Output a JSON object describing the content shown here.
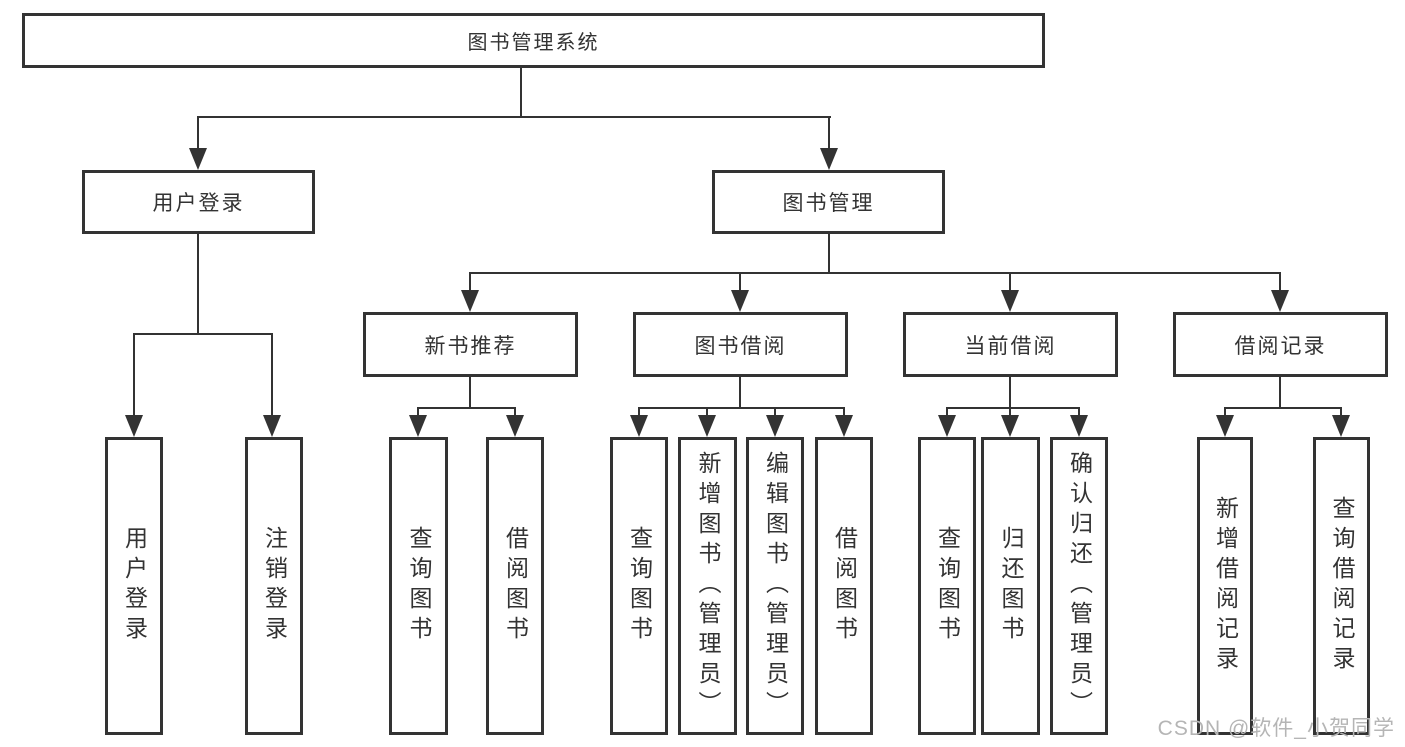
{
  "diagram_type": "hierarchy-tree",
  "colors": {
    "line": "#333333",
    "background": "#ffffff",
    "watermark": "#b5b5b5"
  },
  "watermark": "CSDN @软件_小贺同学",
  "nodes": {
    "root": {
      "label": "图书管理系统"
    },
    "userLogin": {
      "label": "用户登录"
    },
    "bookMgmt": {
      "label": "图书管理"
    },
    "newBooks": {
      "label": "新书推荐"
    },
    "bookBorrow": {
      "label": "图书借阅"
    },
    "currentBorrow": {
      "label": "当前借阅"
    },
    "borrowRecords": {
      "label": "借阅记录"
    },
    "leafUserLogin": {
      "label": "用户登录"
    },
    "leafLogout": {
      "label": "注销登录"
    },
    "leafNbQuery": {
      "label": "查询图书"
    },
    "leafNbBorrow": {
      "label": "借阅图书"
    },
    "leafBbQuery": {
      "label": "查询图书"
    },
    "leafBbAdd": {
      "label": "新增图书（管理员）"
    },
    "leafBbEdit": {
      "label": "编辑图书（管理员）"
    },
    "leafBbBorrow": {
      "label": "借阅图书"
    },
    "leafCbQuery": {
      "label": "查询图书"
    },
    "leafCbReturn": {
      "label": "归还图书"
    },
    "leafCbConfirm": {
      "label": "确认归还（管理员）"
    },
    "leafBrAdd": {
      "label": "新增借阅记录"
    },
    "leafBrQuery": {
      "label": "查询借阅记录"
    }
  }
}
